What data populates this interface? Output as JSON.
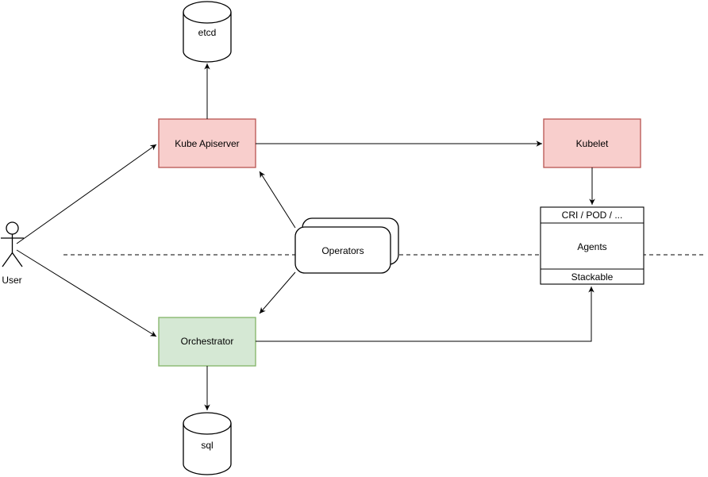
{
  "diagram": {
    "nodes": {
      "user": {
        "label": "User"
      },
      "etcd": {
        "label": "etcd"
      },
      "kube_apiserver": {
        "label": "Kube Apiserver"
      },
      "kubelet": {
        "label": "Kubelet"
      },
      "operators": {
        "label": "Operators"
      },
      "agents_stack": {
        "header": "CRI / POD / ...",
        "body": "Agents",
        "footer": "Stackable"
      },
      "orchestrator": {
        "label": "Orchestrator"
      },
      "sql": {
        "label": "sql"
      }
    },
    "colors": {
      "control_plane_fill": "#f8cecc",
      "control_plane_stroke": "#b85450",
      "orchestrator_fill": "#d5e8d4",
      "orchestrator_stroke": "#82b366",
      "shape_fill": "#ffffff",
      "line": "#000000",
      "background": "#ffffff"
    }
  }
}
